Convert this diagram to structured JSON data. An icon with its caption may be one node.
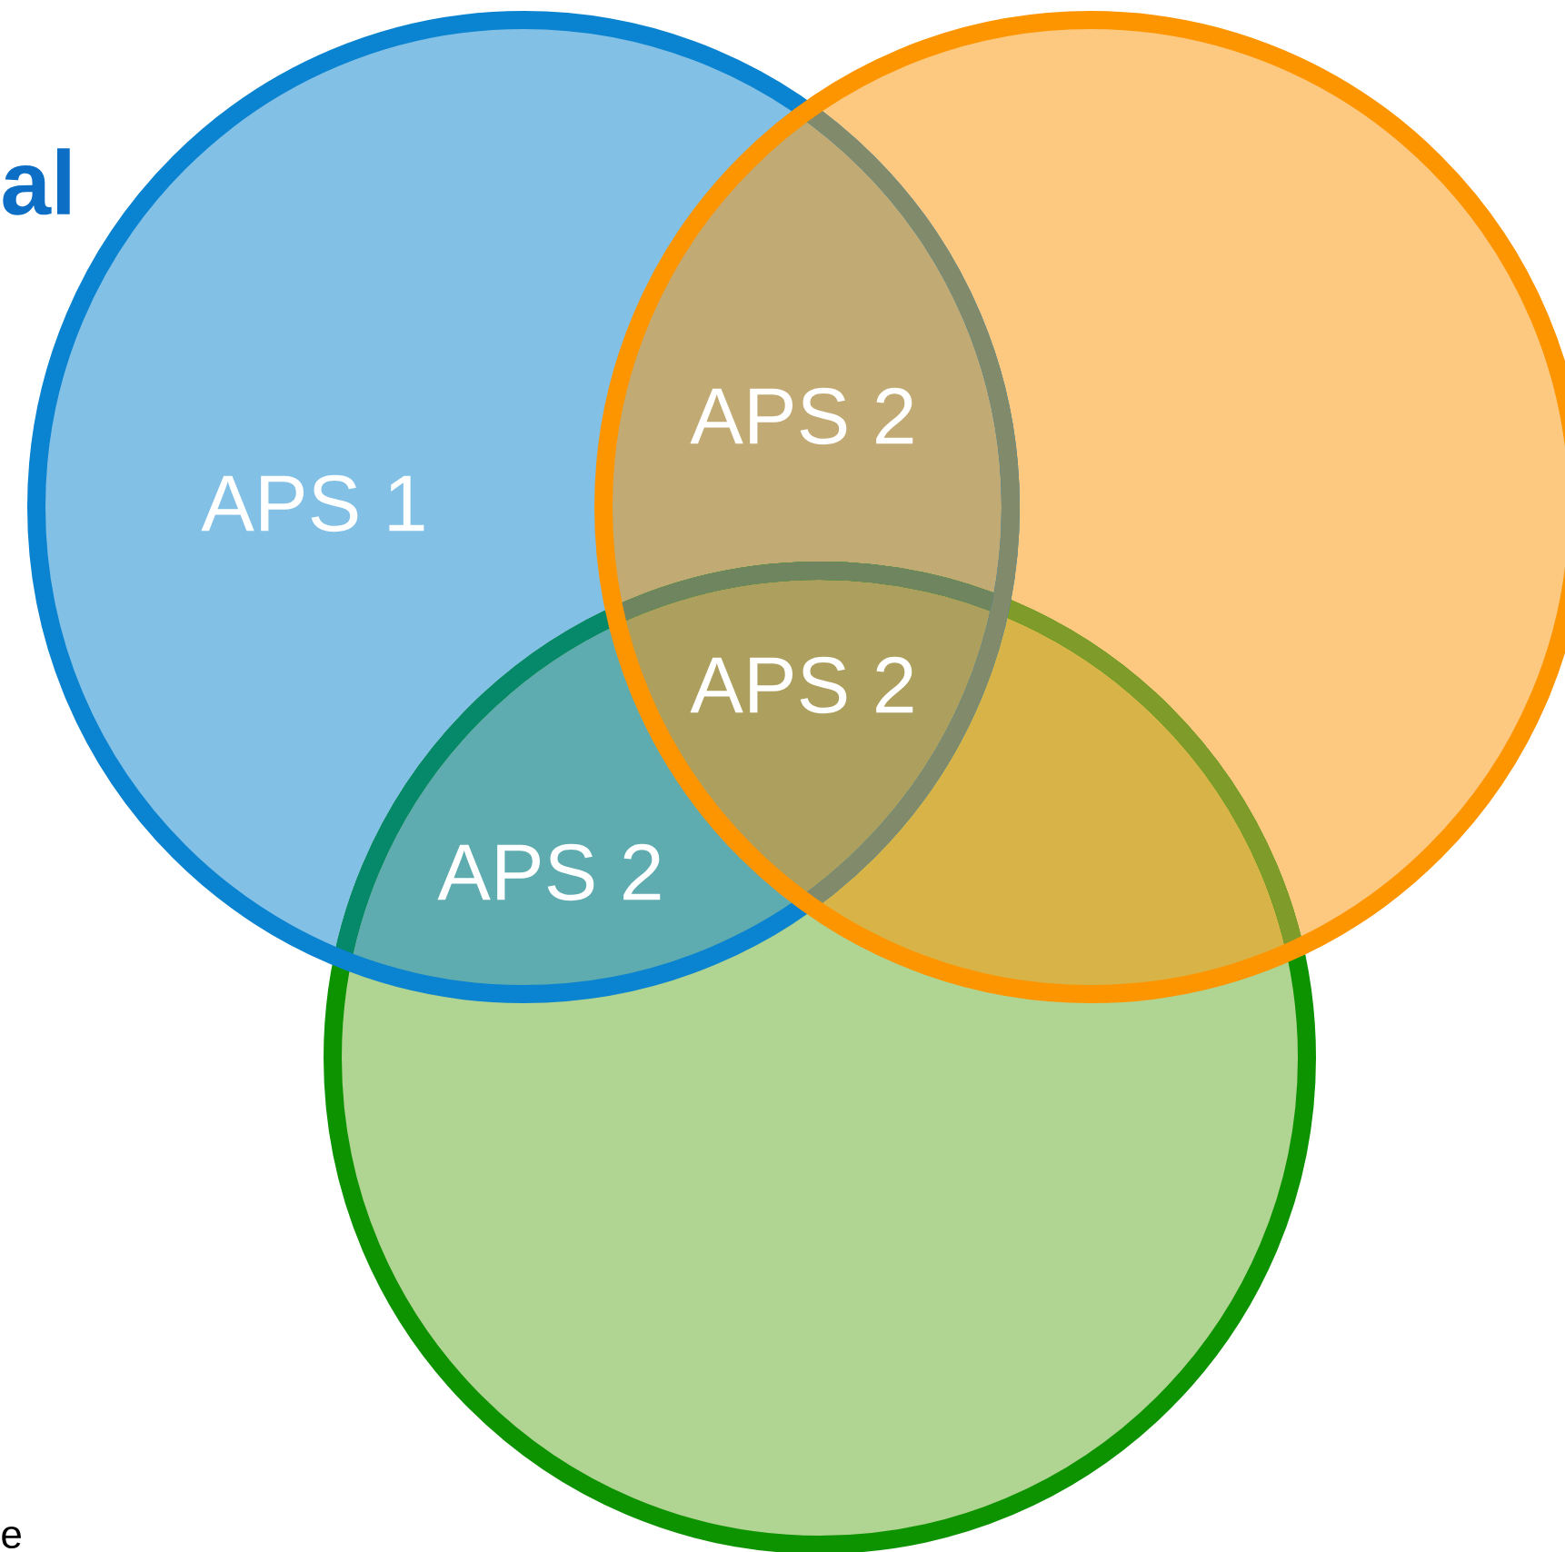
{
  "diagram": {
    "nodes": [
      {
        "text": [
          "APS 1"
        ]
      },
      {
        "text": [],
        "shape": "circle"
      },
      {
        "text": [],
        "shape": "circle"
      }
    ],
    "labels": [
      "al",
      "APS 2",
      "APS 2",
      "APS 2",
      "e"
    ]
  }
}
